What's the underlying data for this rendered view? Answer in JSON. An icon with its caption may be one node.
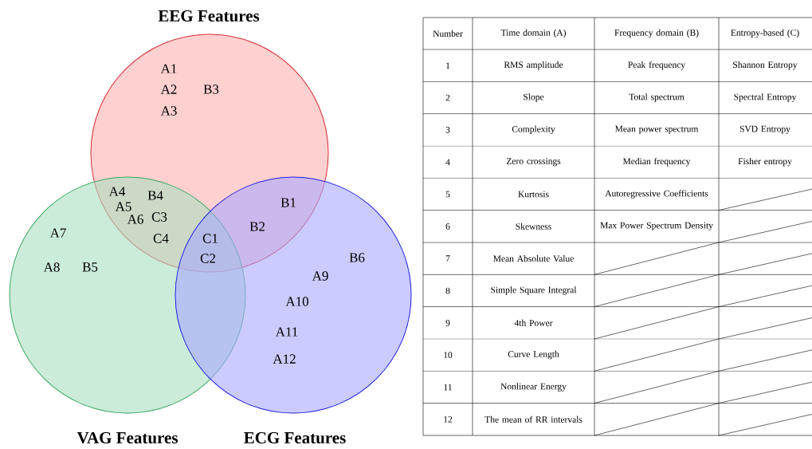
{
  "diagram": {
    "nodes": [
      {
        "text": [
          "EEG Features"
        ]
      },
      {
        "text": [
          "VAG Features"
        ]
      },
      {
        "text": [
          "ECG Features"
        ]
      }
    ],
    "labels": [
      "A1",
      "A2",
      "B3",
      "A3",
      "A4",
      "B4",
      "A5",
      "A6",
      "C3",
      "B1",
      "C4",
      "B2",
      "C1",
      "C2",
      "A7",
      "B6",
      "A8",
      "B5",
      "A9",
      "A10",
      "A11",
      "A12",
      "Number",
      "Time domain (A)",
      "Frequency domain (B)",
      "Entropy-based (C)",
      "1",
      "RMS amplitude",
      "Peak frequency",
      "Shannon Entropy",
      "2",
      "Slope",
      "Total spectrum",
      "Spectral Entropy",
      "3",
      "Complexity",
      "Mean power spectrum",
      "SVD Entropy",
      "4",
      "Zero crossings",
      "Median frequency",
      "Fisher entropy",
      "5",
      "Kurtosis",
      "Autoregressive Coefficients",
      "6",
      "Skewness",
      "Max Power Spectrum Density",
      "7",
      "Mean Absolute Value",
      "8",
      "Simple Square Integral",
      "9",
      "4th Power",
      "10",
      "Curve Length",
      "11",
      "Nonlinear Energy",
      "12",
      "The mean of RR intervals"
    ]
  }
}
